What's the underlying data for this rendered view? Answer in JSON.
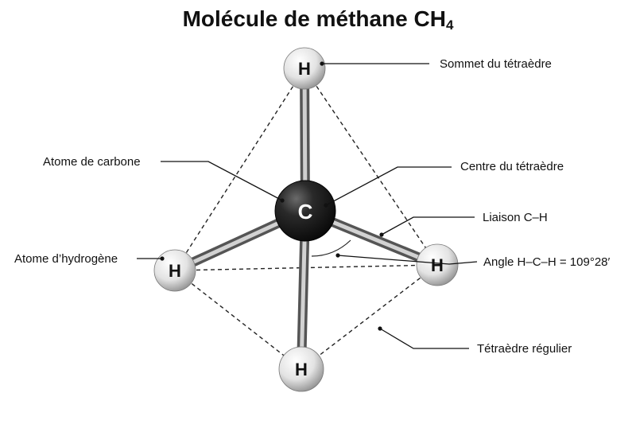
{
  "title": {
    "main": "Molécule de méthane CH",
    "subscript": "4"
  },
  "atoms": {
    "carbon": "C",
    "hydrogen": "H"
  },
  "labels": {
    "vertex": "Sommet du tétraèdre",
    "carbon_atom": "Atome de carbone",
    "center": "Centre du tétraèdre",
    "bond": "Liaison C–H",
    "hydrogen_atom": "Atome d’hydrogène",
    "angle": "Angle H–C–H = 109°28′",
    "tetrahedron": "Tétraèdre régulier"
  }
}
